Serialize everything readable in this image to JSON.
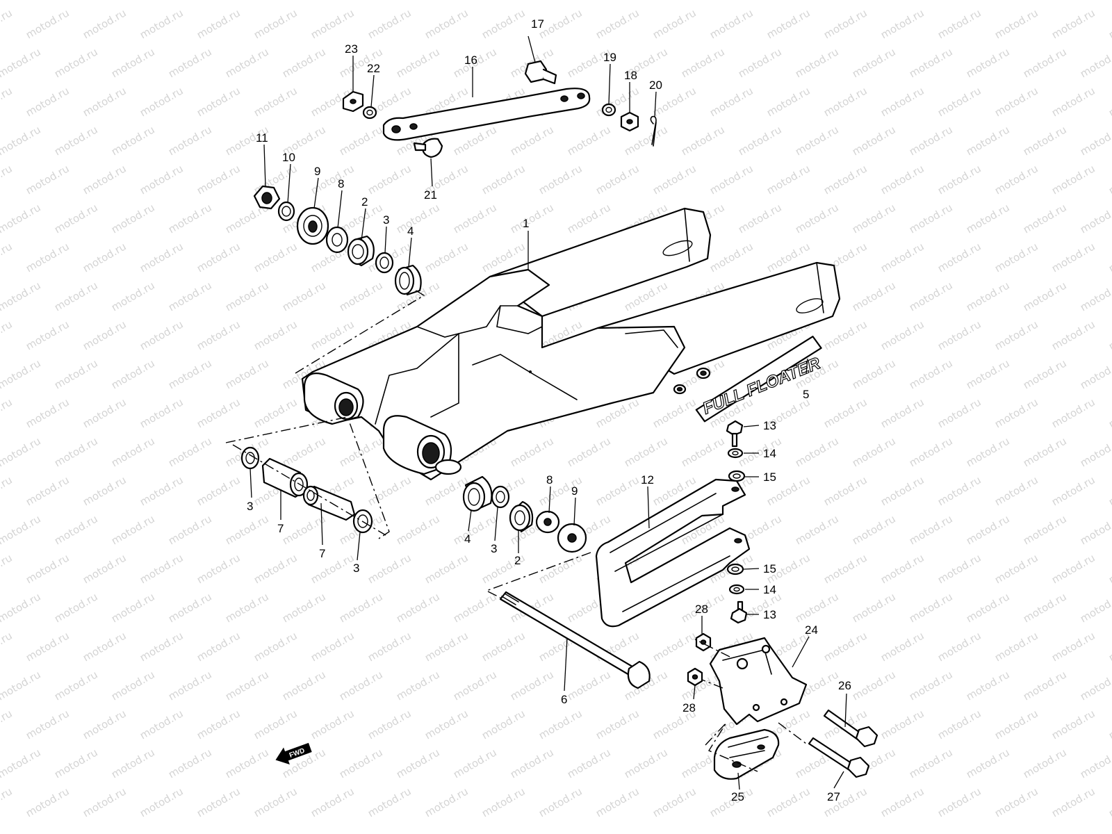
{
  "watermark": "motod.ru",
  "fwd_label": "FWD",
  "swingarm_decal": "FULL FLOATER",
  "callouts": [
    {
      "id": "c1",
      "text": "1"
    },
    {
      "id": "c2a",
      "text": "2"
    },
    {
      "id": "c2b",
      "text": "2"
    },
    {
      "id": "c3a",
      "text": "3"
    },
    {
      "id": "c3b",
      "text": "3"
    },
    {
      "id": "c3c",
      "text": "3"
    },
    {
      "id": "c3d",
      "text": "3"
    },
    {
      "id": "c4a",
      "text": "4"
    },
    {
      "id": "c4b",
      "text": "4"
    },
    {
      "id": "c5",
      "text": "5"
    },
    {
      "id": "c6",
      "text": "6"
    },
    {
      "id": "c7a",
      "text": "7"
    },
    {
      "id": "c7b",
      "text": "7"
    },
    {
      "id": "c8a",
      "text": "8"
    },
    {
      "id": "c8b",
      "text": "8"
    },
    {
      "id": "c9a",
      "text": "9"
    },
    {
      "id": "c9b",
      "text": "9"
    },
    {
      "id": "c10",
      "text": "10"
    },
    {
      "id": "c11",
      "text": "11"
    },
    {
      "id": "c12",
      "text": "12"
    },
    {
      "id": "c13a",
      "text": "13"
    },
    {
      "id": "c13b",
      "text": "13"
    },
    {
      "id": "c14a",
      "text": "14"
    },
    {
      "id": "c14b",
      "text": "14"
    },
    {
      "id": "c15a",
      "text": "15"
    },
    {
      "id": "c15b",
      "text": "15"
    },
    {
      "id": "c16",
      "text": "16"
    },
    {
      "id": "c17",
      "text": "17"
    },
    {
      "id": "c18",
      "text": "18"
    },
    {
      "id": "c19",
      "text": "19"
    },
    {
      "id": "c20",
      "text": "20"
    },
    {
      "id": "c21",
      "text": "21"
    },
    {
      "id": "c22",
      "text": "22"
    },
    {
      "id": "c23",
      "text": "23"
    },
    {
      "id": "c24",
      "text": "24"
    },
    {
      "id": "c25",
      "text": "25"
    },
    {
      "id": "c26",
      "text": "26"
    },
    {
      "id": "c27",
      "text": "27"
    },
    {
      "id": "c28a",
      "text": "28"
    },
    {
      "id": "c28b",
      "text": "28"
    }
  ]
}
